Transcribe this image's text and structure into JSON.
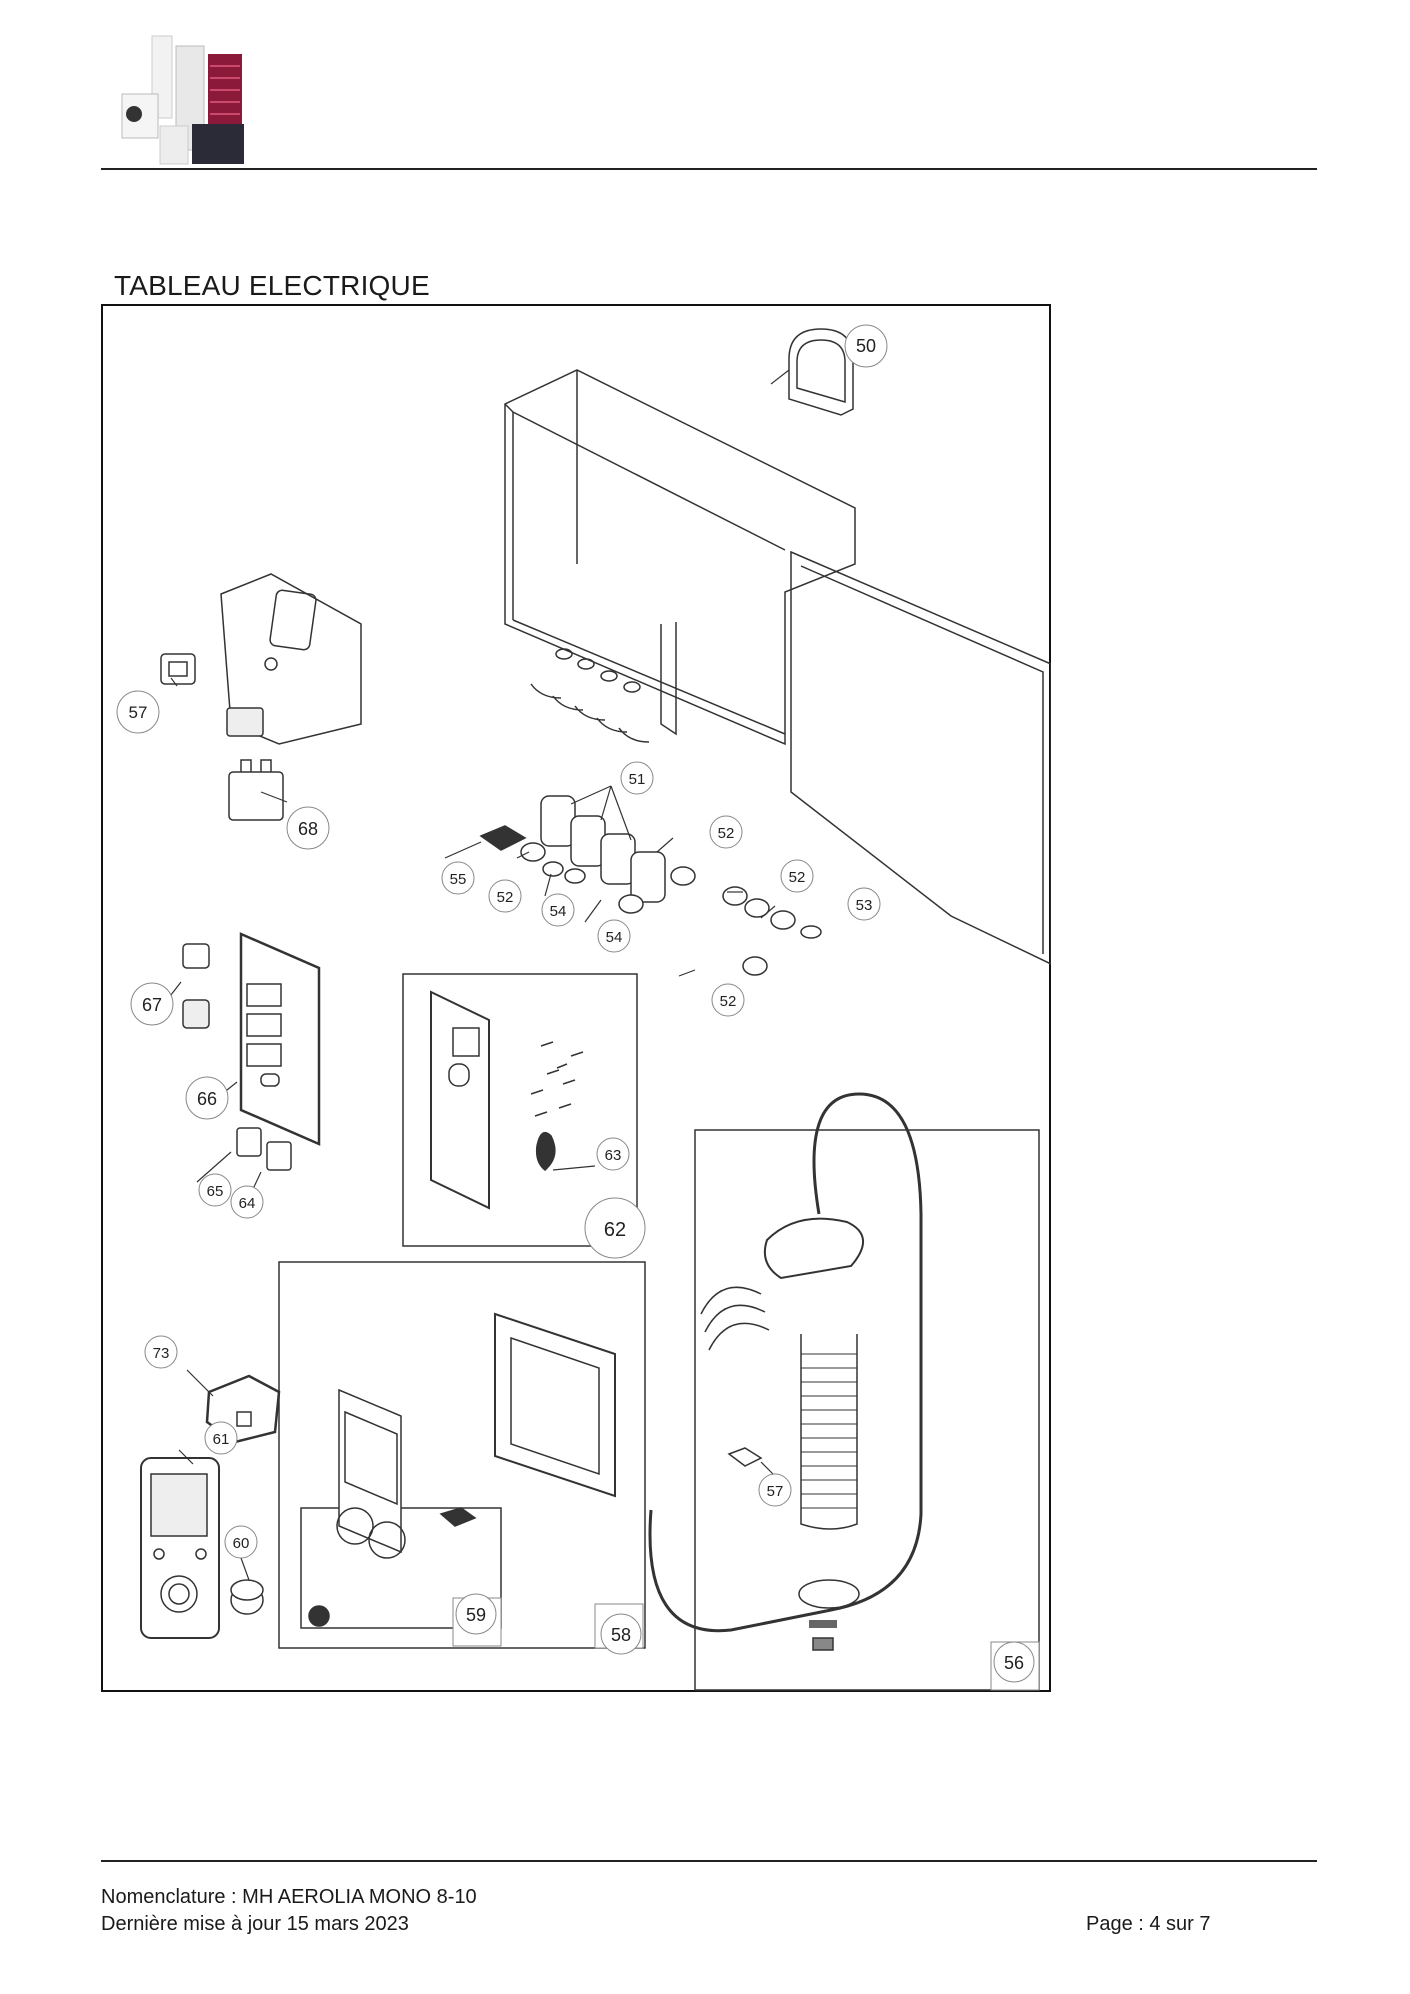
{
  "section": {
    "title": "TABLEAU ELECTRIQUE"
  },
  "callouts": {
    "c50": "50",
    "c51": "51",
    "c52a": "52",
    "c52b": "52",
    "c52c": "52",
    "c52d": "52",
    "c53": "53",
    "c54a": "54",
    "c54b": "54",
    "c55": "55",
    "c56": "56",
    "c57a": "57",
    "c57b": "57",
    "c58": "58",
    "c59": "59",
    "c60": "60",
    "c61": "61",
    "c62": "62",
    "c63": "63",
    "c64": "64",
    "c65": "65",
    "c66": "66",
    "c67": "67",
    "c68": "68",
    "c73": "73"
  },
  "footer": {
    "nomenclature": "Nomenclature : MH AEROLIA MONO 8-10",
    "updated": "Dernière mise à jour 15 mars 2023",
    "page": "Page : 4 sur 7"
  },
  "colors": {
    "logo_accent": "#8b1a3a",
    "line": "#222222"
  }
}
